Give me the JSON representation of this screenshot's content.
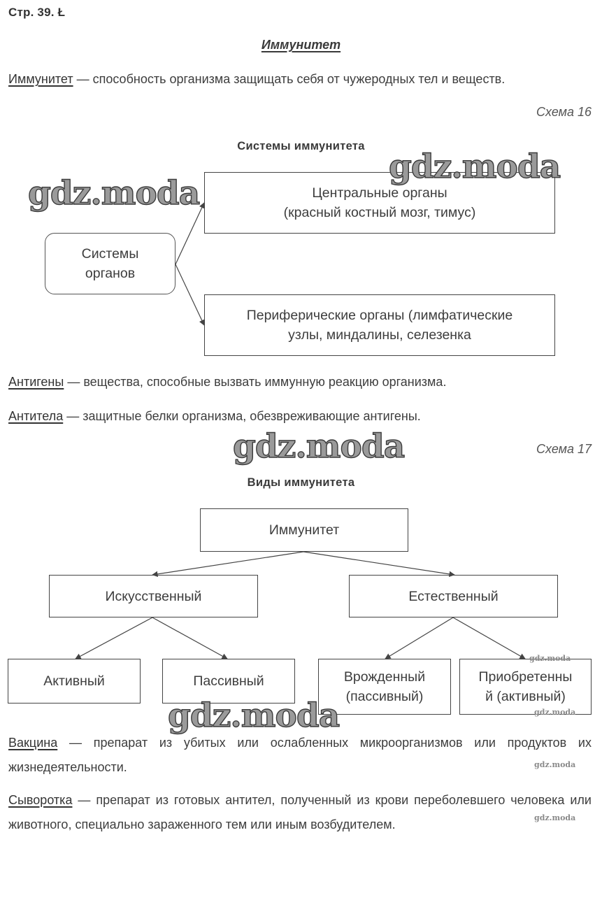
{
  "header": {
    "page_ref": "Стр. 39. Ł",
    "title": "Иммунитет"
  },
  "definitions": {
    "immunity": {
      "term": "Иммунитет",
      "text": " — способность организма защищать себя от чужеродных тел и веществ."
    },
    "antigens": {
      "term": "Антигены",
      "text": " — вещества, способные вызвать иммунную реакцию организма."
    },
    "antibodies": {
      "term": "Антитела",
      "text": " — защитные белки организма, обезвреживающие антигены."
    },
    "vaccine": {
      "term": "Вакцина",
      "text": " — препарат из убитых или ослабленных микроорганизмов или продуктов их жизнедеятельности."
    },
    "serum": {
      "term": "Сыворотка",
      "text": " — препарат из готовых антител, полученный из крови переболевшего человека или животного, специально зараженного тем или иным возбудителем."
    }
  },
  "schema16": {
    "label": "Схема 16",
    "title": "Системы иммунитета",
    "root": {
      "lines": [
        "Системы",
        "органов"
      ]
    },
    "central": {
      "lines": [
        "Центральные органы",
        "(красный костный мозг, тимус)"
      ]
    },
    "peripheral": {
      "lines": [
        "Периферические органы (лимфатические",
        "узлы, миндалины, селезенка"
      ]
    }
  },
  "schema17": {
    "label": "Схема 17",
    "title": "Виды иммунитета",
    "root": {
      "lines": [
        "Иммунитет"
      ]
    },
    "artificial": {
      "lines": [
        "Искусственный"
      ]
    },
    "natural": {
      "lines": [
        "Естественный"
      ]
    },
    "active": {
      "lines": [
        "Активный"
      ]
    },
    "passive": {
      "lines": [
        "Пассивный"
      ]
    },
    "innate": {
      "lines": [
        "Врожденный",
        "(пассивный)"
      ]
    },
    "acquired": {
      "lines": [
        "Приобретенны",
        "й (активный)"
      ]
    }
  },
  "watermark": {
    "text": "gdz.moda"
  },
  "colors": {
    "text": "#3d3d3d",
    "border": "#444444",
    "arrow": "#444444",
    "background": "#ffffff"
  }
}
